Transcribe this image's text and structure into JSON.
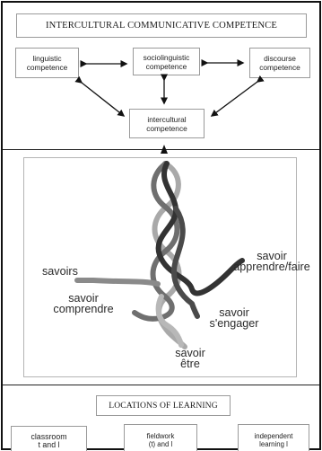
{
  "title": "INTERCULTURAL COMMUNICATIVE COMPETENCE",
  "competences": {
    "linguistic": "linguistic\ncompetence",
    "sociolinguistic": "sociolinguistic\ncompetence",
    "discourse": "discourse\ncompetence",
    "intercultural": "intercultural\ncompetence"
  },
  "braid_labels": {
    "savoirs": "savoirs",
    "savoir_comprendre": "savoir\ncomprendre",
    "savoir_apprendre": "savoir\napprendre/faire",
    "savoir_sengager": "savoir\ns'engager",
    "savoir_etre": "savoir\nêtre"
  },
  "locations": {
    "title": "LOCATIONS OF LEARNING",
    "items": [
      "classroom\nt and l",
      "fieldwork\n(t) and l",
      "independent\nlearning l"
    ]
  },
  "colors": {
    "strand_dark": "#333333",
    "strand_mid": "#6f6f6f",
    "strand_light": "#a9a9a9",
    "border": "#9a9a9a",
    "arrow": "#111111"
  }
}
